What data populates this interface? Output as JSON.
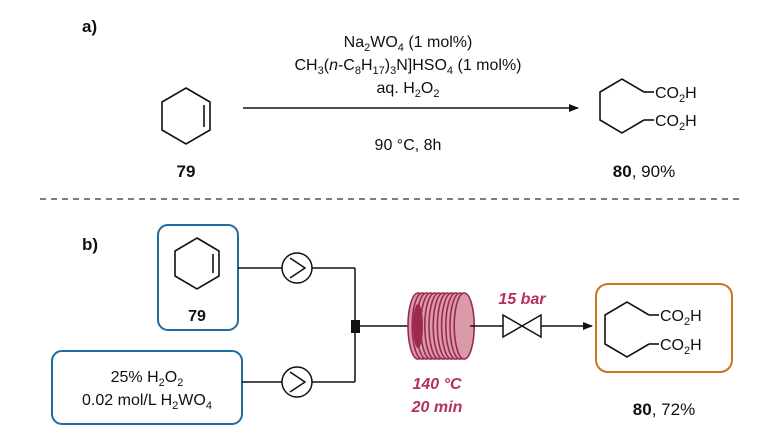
{
  "colors": {
    "blue_box": "#1f6c9f",
    "orange_box": "#c9741f",
    "reactor_fill": "#d99aaa",
    "reactor_dark": "#9c2a4e",
    "flow_text": "#b5305e"
  },
  "panel_a": {
    "label": "a)",
    "reagents": {
      "line1": {
        "base": "Na",
        "sub1": "2",
        "mid": "WO",
        "sub2": "4",
        "tail": " (1 mol%)"
      },
      "line2": {
        "p1": "CH",
        "s1": "3",
        "p2": "(",
        "italic": "n",
        "p3": "-C",
        "s2": "8",
        "p4": "H",
        "s3": "17",
        "p5": ")",
        "s4": "3",
        "p6": "N]HSO",
        "s5": "4",
        "p7": " (1 mol%)"
      },
      "line3": {
        "base": "aq. H",
        "sub1": "2",
        "mid": "O",
        "sub2": "2"
      }
    },
    "conditions": "90 °C, 8h",
    "reactant_number": "79",
    "product_groups": {
      "top": "CO",
      "top_sub": "2",
      "top_tail": "H",
      "bottom": "CO",
      "bottom_sub": "2",
      "bottom_tail": "H"
    },
    "product_number": "80",
    "product_yield": ", 90%"
  },
  "panel_b": {
    "label": "b)",
    "reactant_number": "79",
    "reagent_box": {
      "line1_base": "25% H",
      "line1_sub1": "2",
      "line1_mid": "O",
      "line1_sub2": "2",
      "line2_base": "0.02 mol/L H",
      "line2_sub1": "2",
      "line2_mid": "WO",
      "line2_sub2": "4"
    },
    "reactor_temp": "140 °C",
    "reactor_time": "20 min",
    "pressure": "15 bar",
    "product_groups": {
      "top": "CO",
      "top_sub": "2",
      "top_tail": "H",
      "bottom": "CO",
      "bottom_sub": "2",
      "bottom_tail": "H"
    },
    "product_number": "80",
    "product_yield": ", 72%"
  }
}
